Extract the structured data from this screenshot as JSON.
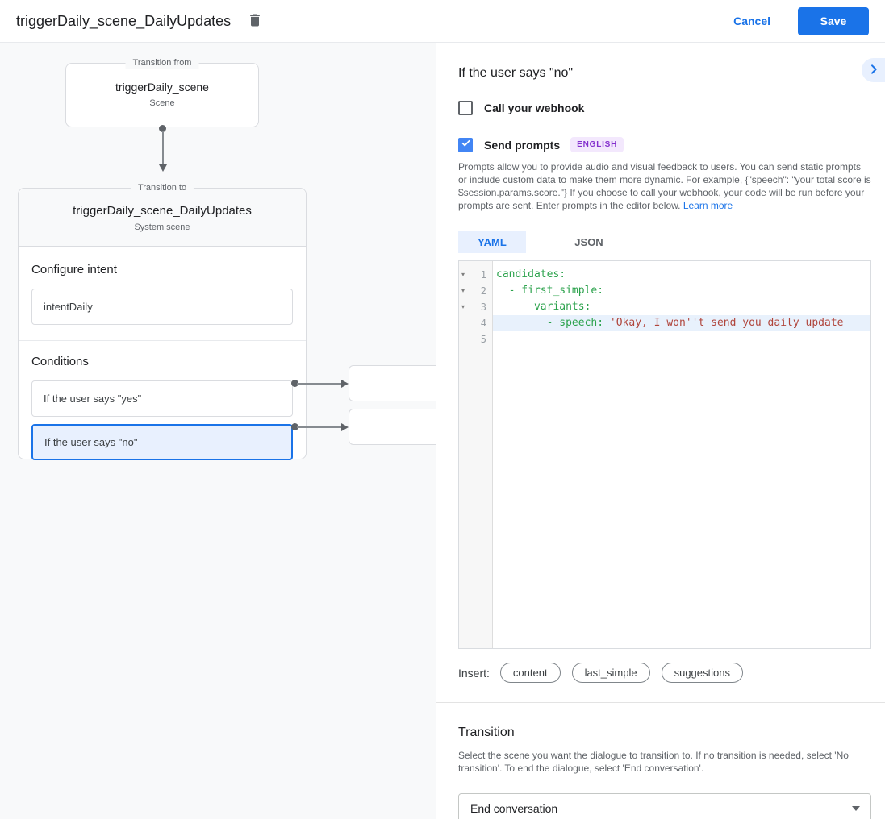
{
  "header": {
    "title": "triggerDaily_scene_DailyUpdates",
    "cancel_label": "Cancel",
    "save_label": "Save"
  },
  "canvas": {
    "from_node": {
      "group_label": "Transition from",
      "title": "triggerDaily_scene",
      "subtitle": "Scene"
    },
    "to_node": {
      "group_label": "Transition to",
      "title": "triggerDaily_scene_DailyUpdates",
      "subtitle": "System scene",
      "intent_heading": "Configure intent",
      "intent_value": "intentDaily",
      "conditions_heading": "Conditions",
      "conditions": [
        {
          "label": "If the user says \"yes\"",
          "selected": false
        },
        {
          "label": "If the user says \"no\"",
          "selected": true
        }
      ]
    }
  },
  "panel": {
    "title": "If the user says \"no\"",
    "webhook": {
      "label": "Call your webhook",
      "checked": false
    },
    "prompts": {
      "label": "Send prompts",
      "checked": true,
      "language_badge": "ENGLISH"
    },
    "description": "Prompts allow you to provide audio and visual feedback to users. You can send static prompts or include custom data to make them more dynamic. For example, {\"speech\": \"your total score is $session.params.score.\"} If you choose to call your webhook, your code will be run before your prompts are sent. Enter prompts in the editor below. ",
    "learn_more_label": "Learn more",
    "tabs": {
      "yaml_label": "YAML",
      "json_label": "JSON",
      "selected": "YAML"
    },
    "editor": {
      "line_numbers": [
        "1",
        "2",
        "3",
        "4",
        "5"
      ],
      "line1_key": "candidates:",
      "line2_key": "  - first_simple:",
      "line3_key": "      variants:",
      "line4_key": "        - speech: ",
      "line4_string": "'Okay, I won''t send you daily update",
      "highlighted_line": 4
    },
    "insert": {
      "label": "Insert:",
      "chips": [
        "content",
        "last_simple",
        "suggestions"
      ]
    },
    "transition": {
      "heading": "Transition",
      "description": "Select the scene you want the dialogue to transition to. If no transition is needed, select 'No transition'. To end the dialogue, select 'End conversation'.",
      "dropdown_value": "End conversation"
    }
  },
  "colors": {
    "accent_blue": "#1a73e8",
    "checkbox_checked_blue": "#4285f4",
    "selected_condition_bg": "#e8f0fe",
    "badge_bg": "#f3e8fd",
    "badge_text": "#8430ce",
    "code_key_green": "#2ba24c",
    "code_string_red": "#b0453c",
    "code_highlight_bg": "#e8f1fc",
    "canvas_bg": "#f8f9fa"
  }
}
